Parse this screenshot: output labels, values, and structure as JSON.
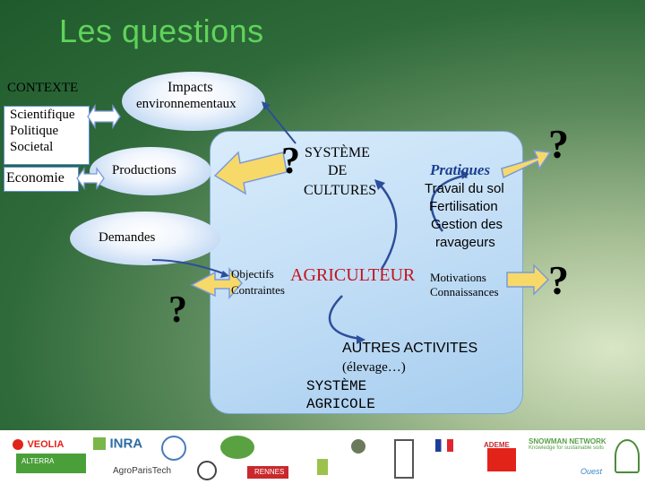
{
  "title": "Les questions",
  "left": {
    "contexte": "CONTEXTE",
    "scientifique": "Scientifique",
    "politique": "Politique",
    "societal": "Societal",
    "economie": "Economie"
  },
  "ovals": {
    "impacts_1": "Impacts",
    "impacts_2": "environnementaux",
    "productions": "Productions",
    "demandes": "Demandes"
  },
  "systeme_cultures": {
    "line1": "SYSTÈME",
    "line2": "DE",
    "line3": "CULTURES"
  },
  "pratiques": {
    "title": "Pratiques",
    "line1": "Travail du sol",
    "line2": "Fertilisation",
    "line3": "Gestion des",
    "line4": "ravageurs"
  },
  "agriculteur": {
    "label": "AGRICULTEUR",
    "objectifs": "Objectifs",
    "contraintes": "Contraintes",
    "motivations": "Motivations",
    "connaissances": "Connaissances"
  },
  "autres": {
    "line1": "AUTRES ACTIVITES",
    "line2": "(élevage…)"
  },
  "systeme_agricole": {
    "line1": "SYSTÈME",
    "line2": "AGRICOLE"
  },
  "question_mark": "?",
  "logos": {
    "veolia": "VEOLIA",
    "inra": "INRA",
    "alterra": "ALTERRA",
    "agroparistech": "AgroParisTech",
    "rennes": "RENNES",
    "ademe": "ADEME",
    "snowman": "SNOWMAN NETWORK",
    "snowman_sub": "Knowledge for sustainable soils",
    "ecole": "Ouest"
  },
  "colors": {
    "title": "#5fd35a",
    "arrow_fill": "#f7d96a",
    "arrow_stroke": "#7a9ad8"
  }
}
